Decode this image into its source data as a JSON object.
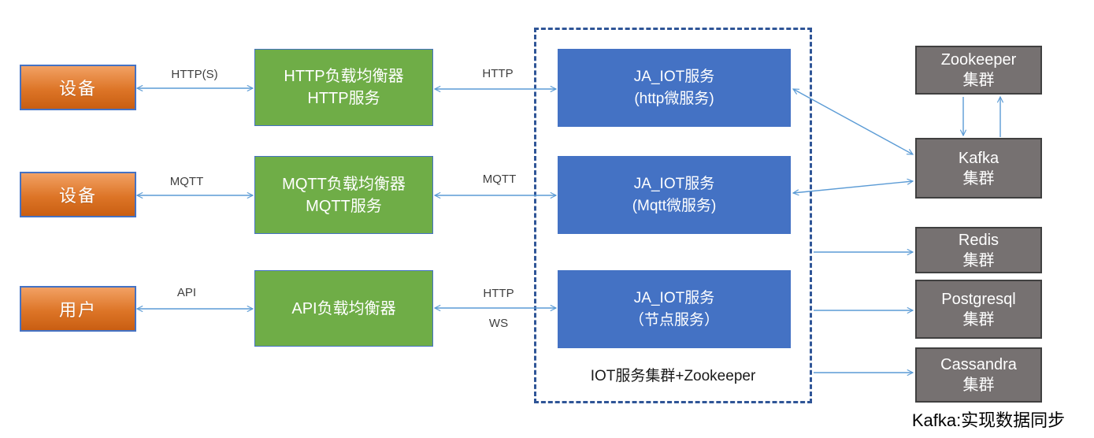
{
  "diagram": {
    "left_nodes": [
      {
        "label": "设备"
      },
      {
        "label": "设备"
      },
      {
        "label": "用户"
      }
    ],
    "load_balancers": [
      {
        "line1": "HTTP负载均衡器",
        "line2": "HTTP服务"
      },
      {
        "line1": "MQTT负载均衡器",
        "line2": "MQTT服务"
      },
      {
        "line1": "API负载均衡器",
        "line2": ""
      }
    ],
    "services": [
      {
        "line1": "JA_IOT服务",
        "line2": "(http微服务)"
      },
      {
        "line1": "JA_IOT服务",
        "line2": "(Mqtt微服务)"
      },
      {
        "line1": "JA_IOT服务",
        "line2": "（节点服务）"
      }
    ],
    "clusters": [
      {
        "line1": "Zookeeper",
        "line2": "集群"
      },
      {
        "line1": "Kafka",
        "line2": "集群"
      },
      {
        "line1": "Redis",
        "line2": "集群"
      },
      {
        "line1": "Postgresql",
        "line2": "集群"
      },
      {
        "line1": "Cassandra",
        "line2": "集群"
      }
    ],
    "edge_labels": {
      "device_http": "HTTP(S)",
      "device_mqtt": "MQTT",
      "user_api": "API",
      "lb_http": "HTTP",
      "lb_mqtt": "MQTT",
      "lb_node_http": "HTTP",
      "lb_node_ws": "WS"
    },
    "container_label": "IOT服务集群+Zookeeper",
    "footnote": "Kafka:实现数据同步",
    "edges": [
      {
        "from": "device-1",
        "to": "http-load-balancer",
        "label": "HTTP(S)",
        "bidirectional": true
      },
      {
        "from": "device-2",
        "to": "mqtt-load-balancer",
        "label": "MQTT",
        "bidirectional": true
      },
      {
        "from": "user",
        "to": "api-load-balancer",
        "label": "API",
        "bidirectional": true
      },
      {
        "from": "http-load-balancer",
        "to": "ja-iot-http-service",
        "label": "HTTP",
        "bidirectional": true
      },
      {
        "from": "mqtt-load-balancer",
        "to": "ja-iot-mqtt-service",
        "label": "MQTT",
        "bidirectional": true
      },
      {
        "from": "api-load-balancer",
        "to": "ja-iot-node-service",
        "label": "HTTP WS",
        "bidirectional": true
      },
      {
        "from": "ja-iot-http-service",
        "to": "kafka-cluster",
        "label": "",
        "bidirectional": true
      },
      {
        "from": "ja-iot-mqtt-service",
        "to": "kafka-cluster",
        "label": "",
        "bidirectional": true
      },
      {
        "from": "zookeeper-cluster",
        "to": "kafka-cluster",
        "label": "",
        "bidirectional": false
      },
      {
        "from": "kafka-cluster",
        "to": "zookeeper-cluster",
        "label": "",
        "bidirectional": false
      },
      {
        "from": "iot-service-container",
        "to": "redis-cluster",
        "label": "",
        "bidirectional": false
      },
      {
        "from": "iot-service-container",
        "to": "postgresql-cluster",
        "label": "",
        "bidirectional": false
      },
      {
        "from": "iot-service-container",
        "to": "cassandra-cluster",
        "label": "",
        "bidirectional": false
      }
    ],
    "colors": {
      "orange_top": "#F2A164",
      "orange_bottom": "#C95E12",
      "green": "#6FAD47",
      "blue": "#4472C4",
      "gray": "#767171",
      "arrow": "#5B9BD5",
      "dashed_border": "#2F5597"
    }
  }
}
